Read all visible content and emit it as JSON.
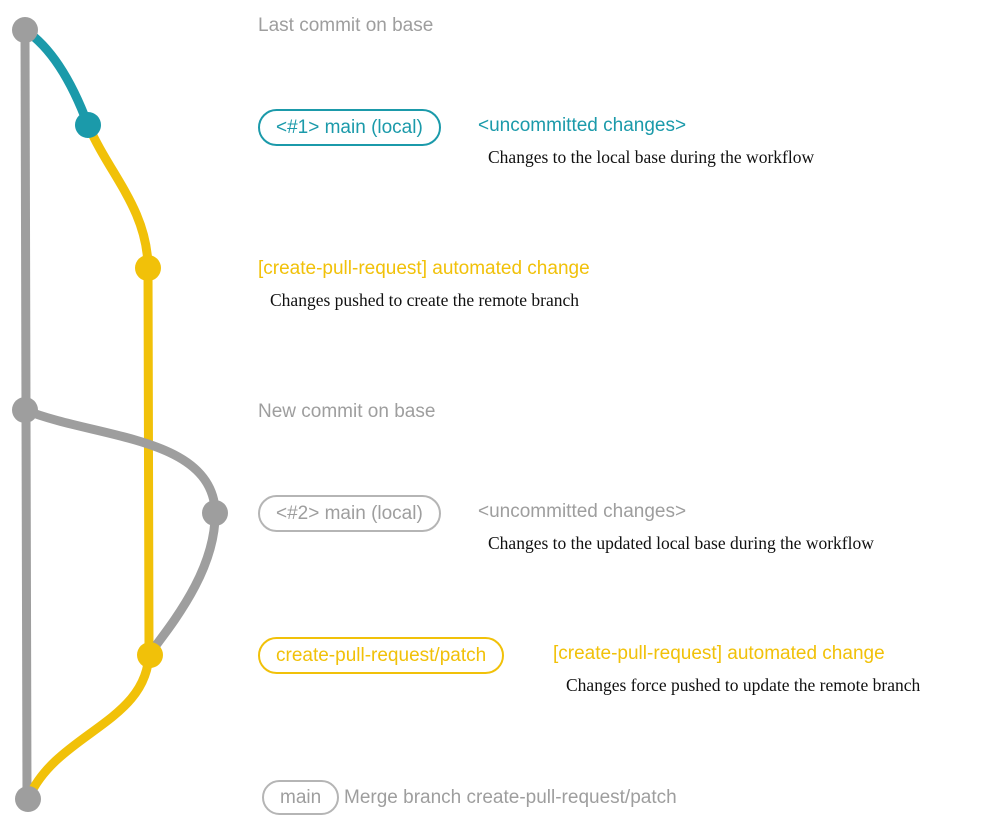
{
  "colors": {
    "base_gray": "#9e9e9e",
    "teal": "#1b9aaa",
    "yellow": "#f1c109",
    "description_text": "#111111"
  },
  "graph": {
    "branches": [
      "base",
      "main (local)",
      "create-pull-request/patch"
    ],
    "commit_dots": [
      {
        "name": "base-top",
        "color": "gray"
      },
      {
        "name": "main-local-1",
        "color": "teal"
      },
      {
        "name": "patch-1",
        "color": "yellow"
      },
      {
        "name": "base-new",
        "color": "gray"
      },
      {
        "name": "main-local-2",
        "color": "gray"
      },
      {
        "name": "patch-2",
        "color": "yellow"
      },
      {
        "name": "base-merge",
        "color": "gray"
      }
    ]
  },
  "annotations": {
    "last_commit": "Last commit on base",
    "row1": {
      "badge": "<#1> main (local)",
      "note": "<uncommitted changes>",
      "desc": "Changes to the local base during the workflow"
    },
    "row2": {
      "note": "[create-pull-request] automated change",
      "desc": "Changes pushed to create the remote branch"
    },
    "new_commit": "New commit on base",
    "row3": {
      "badge": "<#2> main (local)",
      "note": "<uncommitted changes>",
      "desc": "Changes to the updated local base during the workflow"
    },
    "row4": {
      "badge": "create-pull-request/patch",
      "note": "[create-pull-request] automated change",
      "desc": "Changes force pushed to update the remote branch"
    },
    "row5": {
      "badge": "main",
      "note": "Merge branch create-pull-request/patch"
    }
  }
}
